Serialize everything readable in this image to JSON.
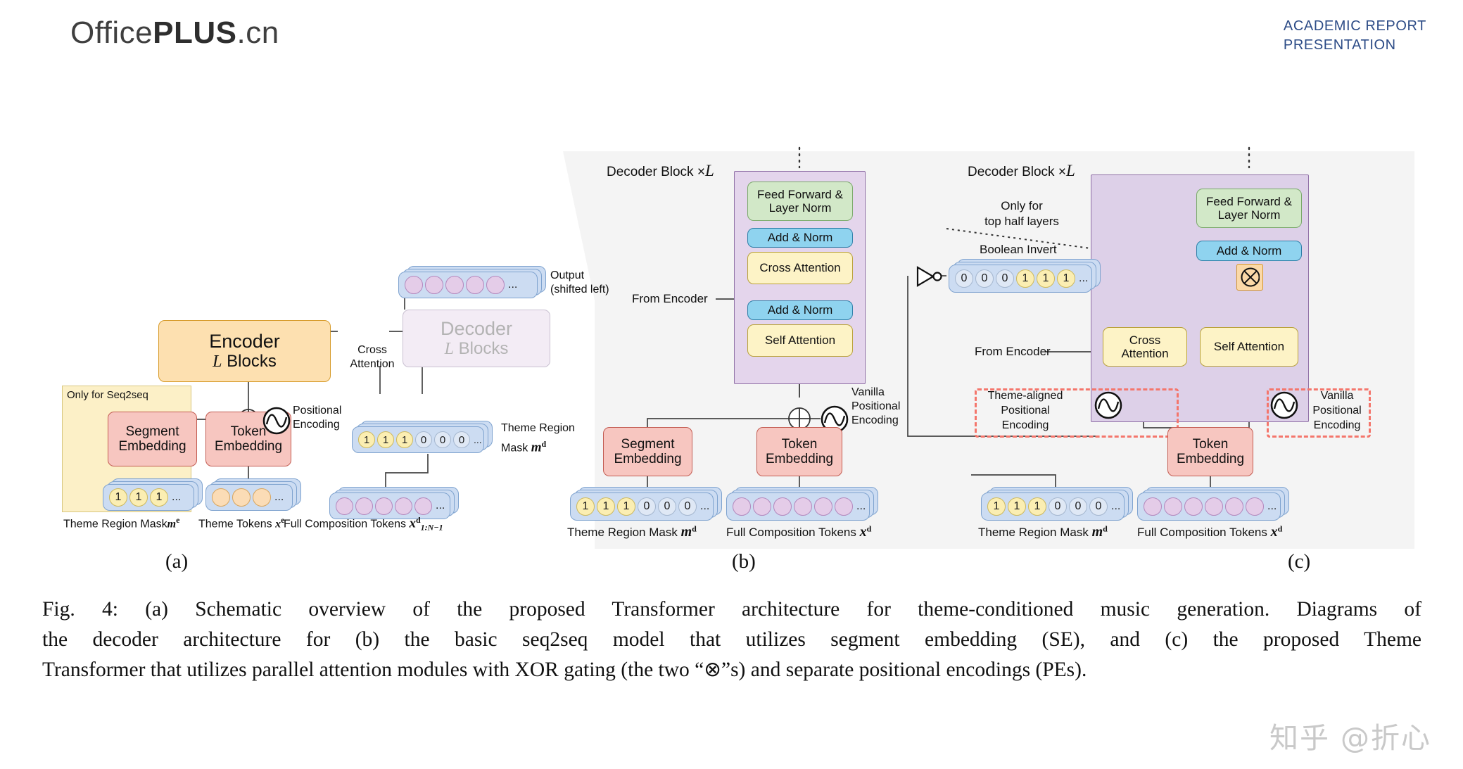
{
  "header": {
    "brand_prefix": "Office",
    "brand_bold": "PLUS",
    "brand_suffix": ".cn",
    "right_line1": "ACADEMIC REPORT",
    "right_line2": "PRESENTATION"
  },
  "colors": {
    "accent_blue": "#2d4c87",
    "orange_node": "#fde0b0",
    "pink_node": "#f7c6c0",
    "yellow_node": "#fdf3c6",
    "blue_node": "#8fd3ef",
    "green_node": "#d2e8c8",
    "purple_block": "#e4d5ec",
    "token_strip": "#ccdcf2",
    "dashed_red": "#f4766c",
    "grey_panel": "#f4f4f4"
  },
  "panel_a": {
    "letter": "(a)",
    "encoder": {
      "line1": "Encoder",
      "math": "L",
      "line2": "Blocks"
    },
    "decoder": {
      "line1": "Decoder",
      "math": "L",
      "line2": "Blocks"
    },
    "cross_attention": {
      "line1": "Cross",
      "line2": "Attention"
    },
    "positional_encoding": {
      "line1": "Positional",
      "line2": "Encoding"
    },
    "seq2seq_note": "Only for Seq2seq",
    "segment_embedding": {
      "line1": "Segment",
      "line2": "Embedding"
    },
    "token_embedding": {
      "line1": "Token",
      "line2": "Embedding"
    },
    "output_label": {
      "line1": "Output",
      "line2": "(shifted left)"
    },
    "theme_region_mask_label": {
      "line1": "Theme Region",
      "line2": "Mask",
      "math": "m",
      "sup": "d"
    },
    "theme_region_mask_e_label": {
      "text": "Theme Region Mask",
      "math": "m",
      "sup": "e"
    },
    "theme_tokens_label": {
      "text": "Theme Tokens",
      "math": "x",
      "sup": "e"
    },
    "full_composition_label": {
      "text": "Full Composition Tokens",
      "math": "x",
      "sup": "d",
      "sub": "1:N−1"
    },
    "mask_e_values": [
      "1",
      "1",
      "1"
    ],
    "mask_e_ellipsis": "...",
    "mask_d_values": [
      "1",
      "1",
      "1",
      "0",
      "0",
      "0"
    ],
    "mask_d_ellipsis": "...",
    "theme_token_count": 3,
    "theme_token_ellipsis": "...",
    "output_token_count": 5,
    "output_token_ellipsis": "...",
    "full_token_count": 5,
    "full_token_ellipsis": "..."
  },
  "panel_b": {
    "letter": "(b)",
    "decoder_block_title": "Decoder Block",
    "decoder_block_times": "×",
    "decoder_block_math": "L",
    "feed_forward": {
      "line1": "Feed Forward &",
      "line2": "Layer Norm"
    },
    "add_norm_top": "Add & Norm",
    "cross_attention": "Cross Attention",
    "add_norm_bottom": "Add & Norm",
    "self_attention": "Self Attention",
    "from_encoder": "From Encoder",
    "vanilla_pe": {
      "line1": "Vanilla",
      "line2": "Positional",
      "line3": "Encoding"
    },
    "segment_embedding": {
      "line1": "Segment",
      "line2": "Embedding"
    },
    "token_embedding": {
      "line1": "Token",
      "line2": "Embedding"
    },
    "theme_region_mask_label": {
      "text": "Theme Region Mask",
      "math": "m",
      "sup": "d"
    },
    "full_composition_label": {
      "text": "Full Composition Tokens",
      "math": "x",
      "sup": "d"
    },
    "mask_values": [
      "1",
      "1",
      "1",
      "0",
      "0",
      "0"
    ],
    "mask_ellipsis": "...",
    "full_token_count": 6,
    "full_token_ellipsis": "..."
  },
  "panel_c": {
    "letter": "(c)",
    "decoder_block_title": "Decoder Block",
    "decoder_block_times": "×",
    "decoder_block_math": "L",
    "only_top_half": {
      "line1": "Only for",
      "line2": "top half layers"
    },
    "boolean_invert": "Boolean Invert",
    "feed_forward": {
      "line1": "Feed Forward &",
      "line2": "Layer Norm"
    },
    "add_norm": "Add & Norm",
    "cross_attention": {
      "line1": "Cross",
      "line2": "Attention"
    },
    "self_attention": "Self Attention",
    "from_encoder": "From Encoder",
    "theme_aligned_pe": {
      "line1": "Theme-aligned",
      "line2": "Positional",
      "line3": "Encoding"
    },
    "vanilla_pe": {
      "line1": "Vanilla",
      "line2": "Positional",
      "line3": "Encoding"
    },
    "token_embedding": {
      "line1": "Token",
      "line2": "Embedding"
    },
    "theme_region_mask_label": {
      "text": "Theme Region Mask",
      "math": "m",
      "sup": "d"
    },
    "full_composition_label": {
      "text": "Full Composition Tokens",
      "math": "x",
      "sup": "d"
    },
    "inverted_mask_values": [
      "0",
      "0",
      "0",
      "1",
      "1",
      "1"
    ],
    "inverted_mask_ellipsis": "...",
    "mask_values": [
      "1",
      "1",
      "1",
      "0",
      "0",
      "0"
    ],
    "mask_ellipsis": "...",
    "full_token_count": 6,
    "full_token_ellipsis": "...",
    "xor_symbol": "⊗"
  },
  "caption": {
    "line1": "Fig. 4: (a) Schematic overview of the proposed Transformer architecture for theme-conditioned music generation. Diagrams of",
    "line2": "the decoder architecture for (b) the basic seq2seq model that utilizes segment embedding (SE), and (c) the proposed Theme",
    "line3": "Transformer that utilizes parallel attention modules with XOR gating (the two “⊗”s) and separate positional encodings (PEs)."
  },
  "watermark": {
    "text": "知乎 @折心"
  }
}
